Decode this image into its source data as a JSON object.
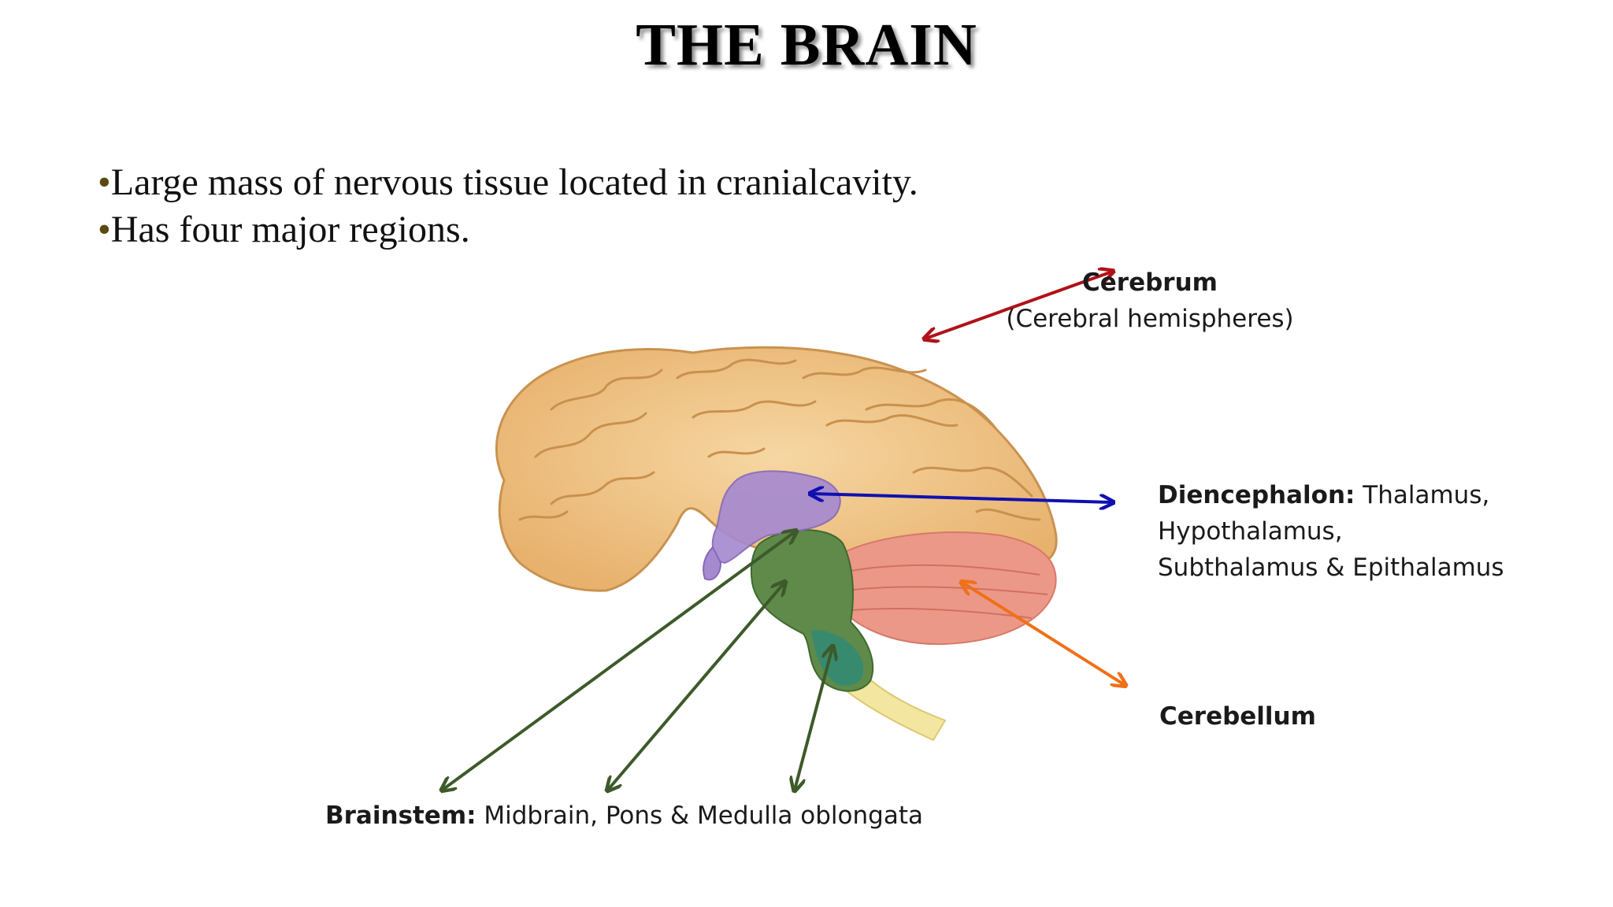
{
  "slide": {
    "title": "THE BRAIN",
    "bullets": [
      "Large mass of nervous tissue located in cranialcavity.",
      "Has four major regions."
    ],
    "bullet_glyph": "•"
  },
  "labels": {
    "cerebrum": {
      "name": "Cerebrum",
      "sub": "(Cerebral hemispheres)"
    },
    "diencephalon": {
      "name": "Diencephalon:",
      "line1": "Thalamus,",
      "line2": "Hypothalamus,",
      "line3": "Subthalamus & Epithalamus"
    },
    "cerebellum": {
      "name": "Cerebellum"
    },
    "brainstem": {
      "name": "Brainstem:",
      "parts": "Midbrain, Pons & Medulla oblongata"
    }
  },
  "colors": {
    "cerebrum_arrow": "#b01218",
    "diencephalon_arrow": "#1010b0",
    "cerebellum_arrow": "#f07018",
    "brainstem_arrow": "#3d5a2a",
    "cerebrum_fill": "#f2c98c",
    "diencephalon_fill": "#a68ad0",
    "cerebellum_fill": "#ec9888",
    "brainstem_fill": "#5f8a4a",
    "spinal_fill": "#f2e6a0"
  }
}
